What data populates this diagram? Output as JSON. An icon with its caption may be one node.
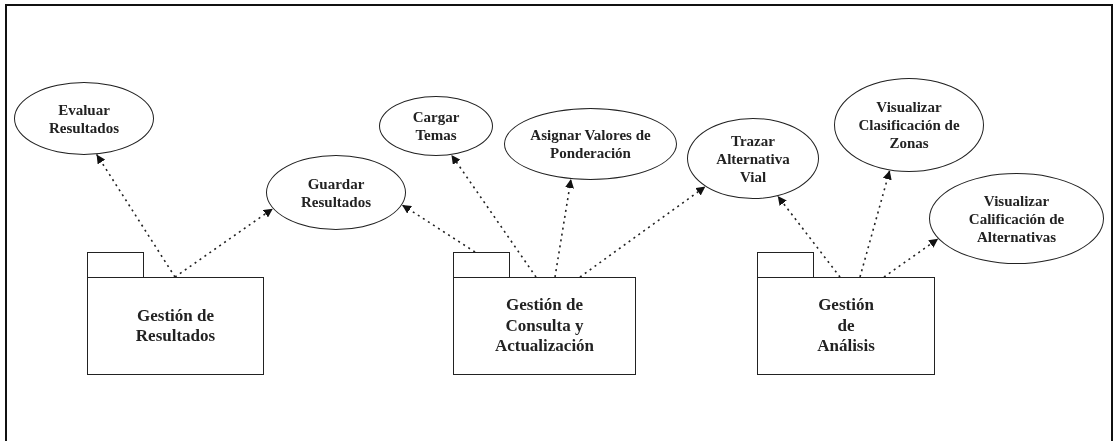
{
  "diagram": {
    "nodes": [
      {
        "text": [
          "Evaluar Resultados"
        ]
      },
      {
        "text": [
          "Guardar Resultados"
        ]
      },
      {
        "text": [
          "Cargar Temas"
        ]
      },
      {
        "text": [
          "Asignar Valores de Ponderación"
        ]
      },
      {
        "text": [
          "Trazar Alternativa Vial"
        ]
      },
      {
        "text": [
          "Visualizar Clasificación de Zonas"
        ]
      },
      {
        "text": [
          "Visualizar Calificación de Alternativas"
        ]
      },
      {
        "text": [
          "Gestión de Resultados"
        ]
      },
      {
        "text": [
          "Gestión de Consulta y Actualización"
        ]
      },
      {
        "text": [
          "Gestión de Análisis"
        ]
      }
    ],
    "edges": [
      {
        "from": 7,
        "to": 0,
        "arrow": "to",
        "style": "dashed"
      },
      {
        "from": 7,
        "to": 1,
        "arrow": "to",
        "style": "dashed"
      },
      {
        "from": 8,
        "to": 1,
        "arrow": "to",
        "style": "dashed"
      },
      {
        "from": 8,
        "to": 2,
        "arrow": "to",
        "style": "dashed"
      },
      {
        "from": 8,
        "to": 3,
        "arrow": "to",
        "style": "dashed"
      },
      {
        "from": 8,
        "to": 4,
        "arrow": "to",
        "style": "dashed"
      },
      {
        "from": 9,
        "to": 4,
        "arrow": "to",
        "style": "dashed"
      },
      {
        "from": 9,
        "to": 5,
        "arrow": "to",
        "style": "dashed"
      },
      {
        "from": 9,
        "to": 6,
        "arrow": "to",
        "style": "dashed"
      }
    ]
  }
}
